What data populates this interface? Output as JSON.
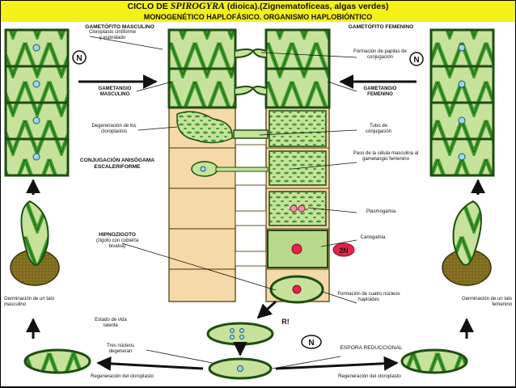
{
  "header": {
    "title_prefix": "CICLO DE ",
    "title_genus": "SPIROGYRA",
    "title_suffix": " (dioica).(Zignematofíceas, algas verdes)",
    "subtitle": "MONOGENÉTICO HAPLOFÁSICO. ORGANISMO HAPLOBIÓNTICO"
  },
  "labels": {
    "gametofito_masculino": "GAMETÓFITO MASCULINO",
    "gametofito_femenino": "GAMETÓFITO FEMENINO",
    "cloroplasto": "Cloroplasto cintiforme y espiralado",
    "formacion_papilas": "Formación de papilas de conjugación",
    "gametangio_masculino": "GAMETANGIO MASCULINO",
    "gametangio_femenino": "GAMETANGIO FEMENINO",
    "degeneracion": "Degeneración de los cloroplastos",
    "tubo": "Tubo de conjugación",
    "conjugacion": "CONJUGACIÓN ANISÓGAMA ESCALERIFORME",
    "paso_celula": "Paso de la célula masculina al gametangio femenino",
    "plasmogamia": "Plasmogamia",
    "cariogamia": "Cariogamia",
    "hipnozigoto": "HIPNOZIGOTO",
    "hipnozigoto_desc": "(zigoto con cubierta bivalva)",
    "germinacion_masc": "Germinación de un talo masculino",
    "germinacion_fem": "Germinación de un talo femenino",
    "formacion_nucleos": "Formación de cuatro núcleos haploides",
    "estado_latente": "Estado de vida latente",
    "r": "R!",
    "tres_nucleos": "Tres núcleos degeneran",
    "espora": "ESPORA REDUCCIONAL",
    "regeneracion_1": "Regeneración del cloroplasto",
    "regeneracion_2": "Regeneración del cloroplasto"
  },
  "badges": {
    "n": "N",
    "two_n": "2N"
  },
  "colors": {
    "header_bg": "#f4f018",
    "cell_green": "#2e7d1e",
    "cell_fill": "#b9d98a",
    "chloroplast": "#3d9b2a",
    "tan": "#f5d9a8",
    "zygote_tan": "#8a6b2a",
    "badge_n": "#ffffff",
    "badge_2n": "#e8224a"
  }
}
